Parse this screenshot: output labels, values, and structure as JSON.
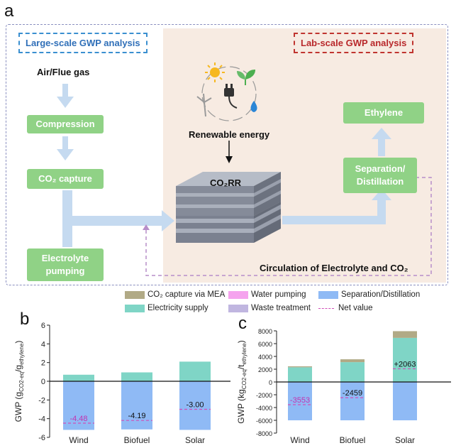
{
  "panel_a": {
    "letter": "a",
    "large_scale_label": "Large-scale GWP analysis",
    "lab_scale_label": "Lab-scale GWP analysis",
    "air_flue_gas": "Air/Flue gas",
    "compression": "Compression",
    "co2_capture": "CO₂ capture",
    "electrolyte_pumping_line1": "Electrolyte",
    "electrolyte_pumping_line2": "pumping",
    "renewable_energy": "Renewable energy",
    "co2rr": "CO₂RR",
    "ethylene": "Ethylene",
    "separation_line1": "Separation/",
    "separation_line2": "Distillation",
    "circulation": "Circulation of Electrolyte and CO₂"
  },
  "legend": {
    "items": [
      {
        "label": "CO₂ capture via MEA",
        "color": "#b1aa86",
        "style": "box"
      },
      {
        "label": "Water pumping",
        "color": "#f5a3ee",
        "style": "box"
      },
      {
        "label": "Separation/Distillation",
        "color": "#8fbaf5",
        "style": "box"
      },
      {
        "label": "Electricity supply",
        "color": "#7fd5c6",
        "style": "box"
      },
      {
        "label": "Waste treatment",
        "color": "#c0b6e0",
        "style": "box"
      },
      {
        "label": "Net value",
        "color": "#d04fb8",
        "style": "dashed"
      }
    ]
  },
  "chart_data": [
    {
      "panel": "b",
      "type": "bar",
      "stacked": true,
      "ylabel": "GWP (g_CO2-eq/g_ethylene)",
      "ylim": [
        -6,
        6
      ],
      "yticks": [
        -6,
        -4,
        -2,
        0,
        2,
        4,
        6
      ],
      "categories": [
        "Wind",
        "Biofuel",
        "Solar"
      ],
      "series": [
        {
          "name": "Electricity supply",
          "values": [
            0.7,
            0.95,
            2.1
          ]
        },
        {
          "name": "Separation/Distillation",
          "values": [
            -5.2,
            -5.15,
            -5.2
          ]
        }
      ],
      "net_values": [
        -4.48,
        -4.19,
        -3.0
      ],
      "net_labels": [
        "-4.48",
        "-4.19",
        "-3.00"
      ]
    },
    {
      "panel": "c",
      "type": "bar",
      "stacked": true,
      "ylabel": "GWP (kg_CO2-eq/t_ethylene)",
      "ylim": [
        -8000,
        8000
      ],
      "yticks": [
        -8000,
        -6000,
        -4000,
        -2000,
        0,
        2000,
        4000,
        6000,
        8000
      ],
      "categories": [
        "Wind",
        "Biofuel",
        "Solar"
      ],
      "series": [
        {
          "name": "Electricity supply",
          "values": [
            2300,
            3100,
            6900
          ]
        },
        {
          "name": "CO₂ capture via MEA",
          "values": [
            150,
            450,
            1050
          ]
        },
        {
          "name": "Separation/Distillation",
          "values": [
            -6000,
            -6000,
            -6000
          ]
        }
      ],
      "net_values": [
        -3553,
        -2459,
        2063
      ],
      "net_labels": [
        "-3553",
        "-2459",
        "+2063"
      ]
    }
  ]
}
